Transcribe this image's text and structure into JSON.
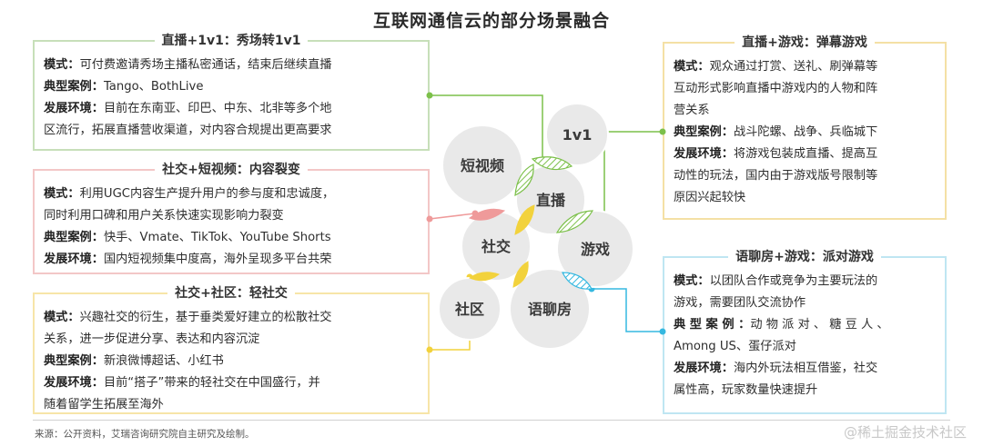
{
  "title": "互联网通信云的部分场景融合",
  "cards": {
    "live1v1": {
      "heading": "直播+1v1：秀场转1v1",
      "mode_label": "模式：",
      "mode": "可付费邀请秀场主播私密通话，结束后继续直播",
      "case_label": "典型案例：",
      "case": "Tango、BothLive",
      "env_label": "发展环境：",
      "env_line1": "目前在东南亚、印巴、中东、北非等多个地",
      "env_line2": "区流行，拓展直播营收渠道，对内容合规提出更高要求"
    },
    "short": {
      "heading": "社交+短视频：内容裂变",
      "mode_label": "模式：",
      "mode_line1": "利用UGC内容生产提升用户的参与度和忠诚度，",
      "mode_line2": "同时利用口碑和用户关系快速实现影响力裂变",
      "case_label": "典型案例：",
      "case": "快手、Vmate、TikTok、YouTube Shorts",
      "env_label": "发展环境：",
      "env": "国内短视频集中度高，海外呈现多平台共荣"
    },
    "community": {
      "heading": "社交+社区：轻社交",
      "mode_label": "模式：",
      "mode_line1": "兴趣社交的衍生，基于垂类爱好建立的松散社交",
      "mode_line2": "关系，进一步促进分享、表达和内容沉淀",
      "case_label": "典型案例：",
      "case": "新浪微博超话、小红书",
      "env_label": "发展环境：",
      "env_line1": "目前“搭子”带来的轻社交在中国盛行，并",
      "env_line2": "随着留学生拓展至海外"
    },
    "danmu": {
      "heading": "直播+游戏：弹幕游戏",
      "mode_label": "模式：",
      "mode_line1": "观众通过打赏、送礼、刷弹幕等",
      "mode_line2": "互动形式影响直播中游戏内的人物和阵",
      "mode_line3": "营关系",
      "case_label": "典型案例：",
      "case": "战斗陀螺、战争、兵临城下",
      "env_label": "发展环境：",
      "env_line1": "将游戏包装成直播、提高互",
      "env_line2": "动性的玩法，国内由于游戏版号限制等",
      "env_line3": "原因兴起较快"
    },
    "party": {
      "heading": "语聊房+游戏：派对游戏",
      "mode_label": "模式：",
      "mode_line1": "以团队合作或竞争为主要玩法的",
      "mode_line2": "游戏，需要团队交流协作",
      "case_label": "典 型 案 例 ：",
      "case_line1": "动 物 派 对 、 糖 豆 人 、",
      "case_line2": "Among US、蛋仔派对",
      "env_label": "发展环境：",
      "env_line1": "海内外玩法相互借鉴，社交",
      "env_line2": "属性高，玩家数量快速提升"
    }
  },
  "circles": {
    "one_v_one": "1v1",
    "short_video": "短视频",
    "live": "直播",
    "social": "社交",
    "game": "游戏",
    "community": "社区",
    "voice_room": "语聊房"
  },
  "colors": {
    "green": "#7cc04a",
    "pink": "#ef9a9a",
    "yellow": "#f2d23c",
    "blue": "#35b8e0",
    "circle_fill": "#e9e9e9",
    "circle_text": "#3a3a3a"
  },
  "source": "来源：公开资料，艾瑞咨询研究院自主研究及绘制。",
  "watermark": "@稀土掘金技术社区"
}
